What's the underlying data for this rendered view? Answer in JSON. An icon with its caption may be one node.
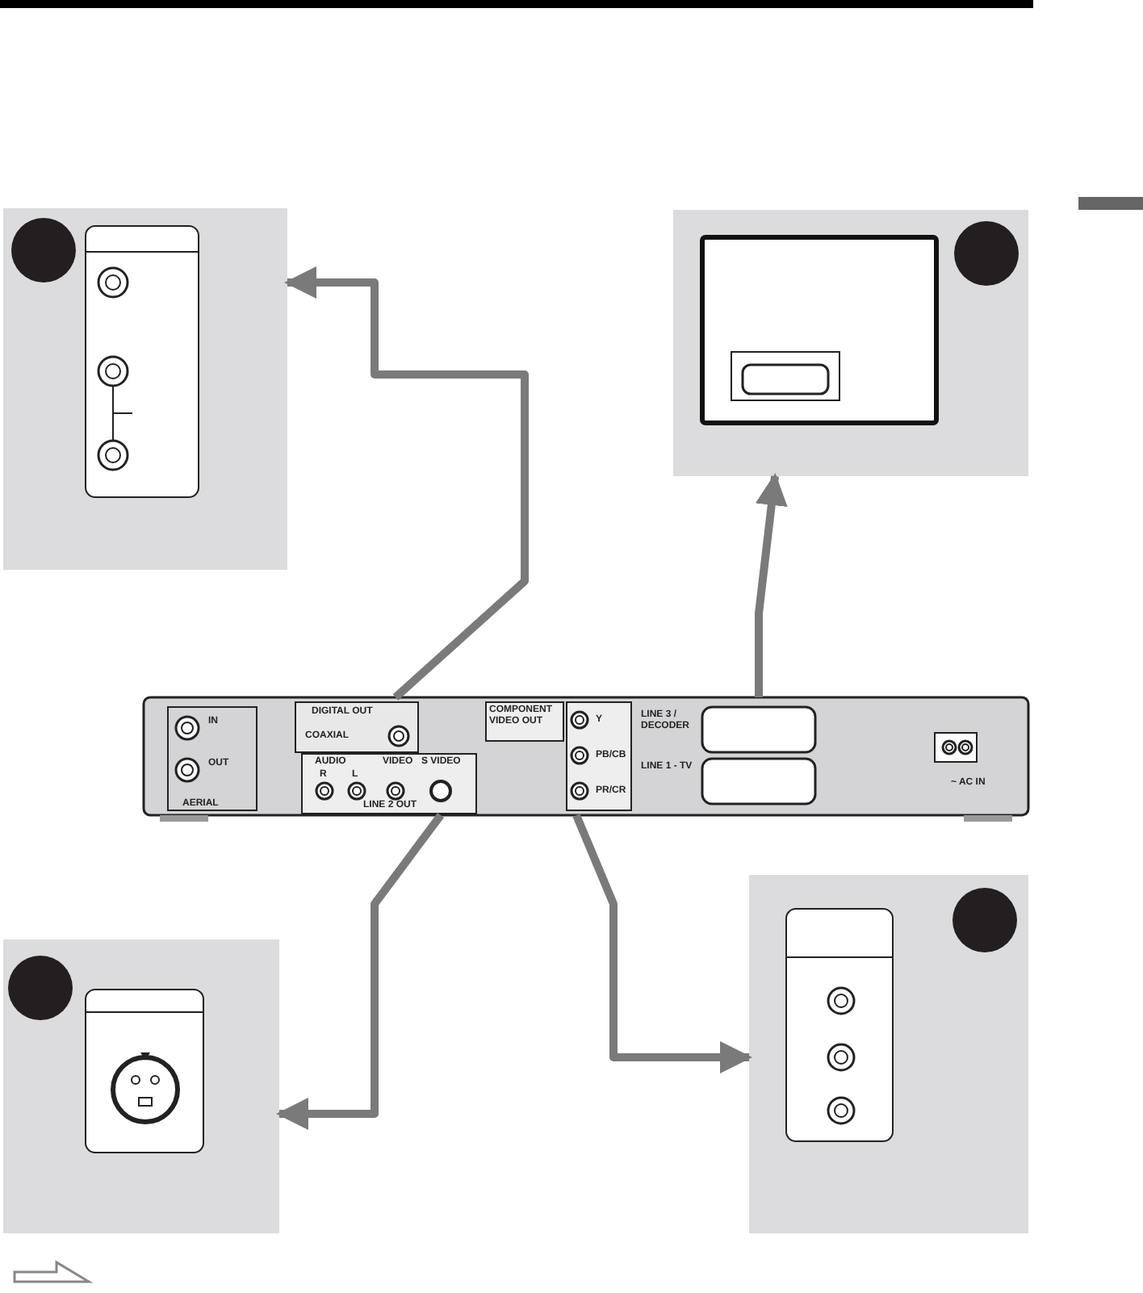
{
  "diagram": {
    "nodes": [
      {
        "text": [],
        "shape": "box"
      },
      {
        "text": [],
        "shape": "box"
      },
      {
        "text": [
          "IN",
          "OUT",
          "AERIAL",
          "DIGITAL OUT",
          "COAXIAL",
          "AUDIO",
          "R",
          "L",
          "VIDEO",
          "S VIDEO",
          "LINE 2 OUT",
          "COMPONENT VIDEO OUT",
          "Y",
          "PB/CB",
          "PR/CR",
          "LINE 3 / DECODER",
          "LINE 1 - TV",
          "~ AC IN"
        ]
      },
      {
        "text": [],
        "shape": "box"
      },
      {
        "text": [],
        "shape": "box"
      }
    ],
    "edges": [
      {
        "from": 2,
        "to": 0,
        "arrow": "to"
      },
      {
        "from": 2,
        "to": 1,
        "arrow": "to"
      },
      {
        "from": 2,
        "to": 3,
        "arrow": "to"
      },
      {
        "from": 2,
        "to": 4,
        "arrow": "to"
      }
    ]
  }
}
